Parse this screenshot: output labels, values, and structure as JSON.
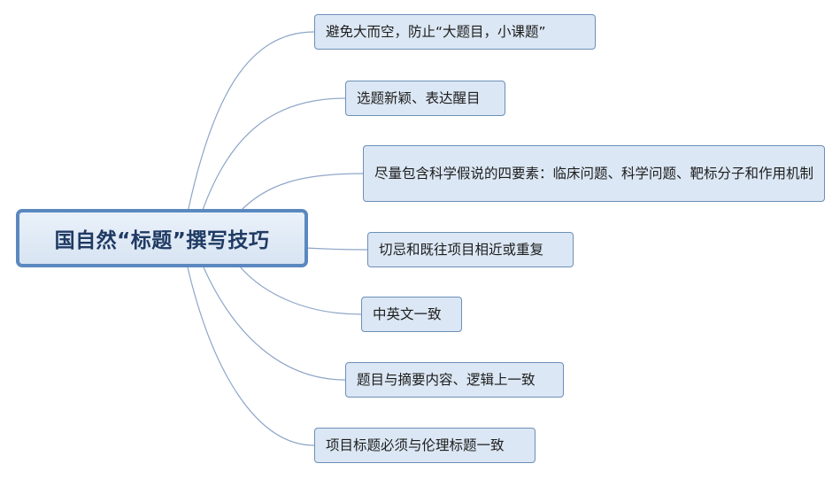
{
  "root": {
    "label": "国自然“标题”撰写技巧"
  },
  "branches": [
    {
      "label": "避免大而空，防止“大题目，小课题”"
    },
    {
      "label": "选题新颖、表达醒目"
    },
    {
      "label": "尽量包含科学假说的四要素：临床问题、科学问题、靶标分子和作用机制"
    },
    {
      "label": "切忌和既往项目相近或重复"
    },
    {
      "label": "中英文一致"
    },
    {
      "label": "题目与摘要内容、逻辑上一致"
    },
    {
      "label": "项目标题必须与伦理标题一致"
    }
  ],
  "colors": {
    "connector": "#8ea6c8",
    "node_fill": "#dbe7f4",
    "node_border": "#6d8fb8",
    "root_border": "#5b88bf"
  }
}
